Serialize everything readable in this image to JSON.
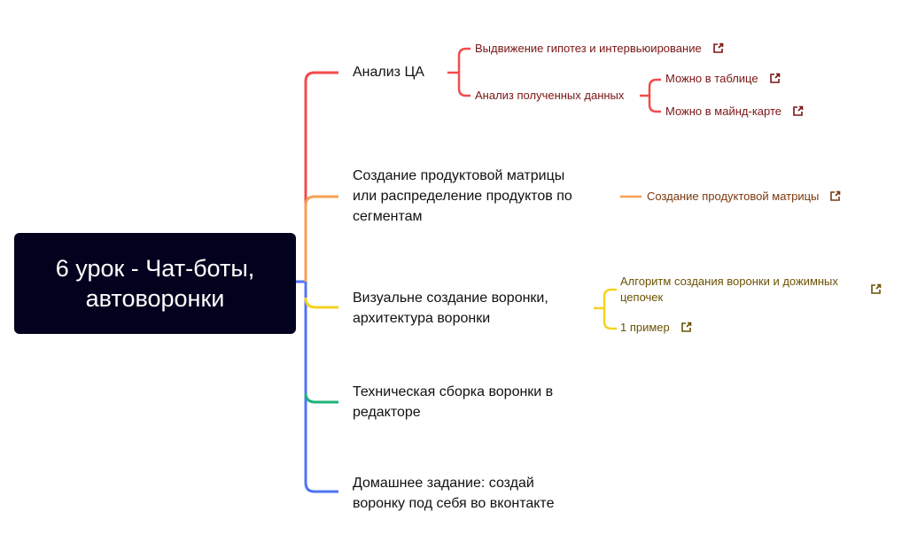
{
  "root": {
    "line1": "6 урок - Чат-боты,",
    "line2": "автоворонки"
  },
  "colors": {
    "root_bg": "#02021f",
    "red": "#f24b4b",
    "orange": "#f7a054",
    "yellow": "#f5d21e",
    "green": "#1bb27a",
    "blue": "#4f74f5"
  },
  "topics": [
    {
      "label": "Анализ ЦА",
      "color": "red",
      "children": [
        {
          "label": "Выдвижение гипотез и интервьюирование",
          "link": "external-link-icon"
        },
        {
          "label": "Анализ полученных данных",
          "children": [
            {
              "label": "Можно в таблице",
              "link": "external-link-icon"
            },
            {
              "label": "Можно в майнд-карте",
              "link": "external-link-icon"
            }
          ]
        }
      ]
    },
    {
      "label_lines": [
        "Создание продуктовой матрицы",
        "или распределение продуктов по",
        "сегментам"
      ],
      "color": "orange",
      "children": [
        {
          "label": "Создание продуктовой матрицы",
          "link": "external-link-icon"
        }
      ]
    },
    {
      "label_lines": [
        "Визуальне создание воронки,",
        "архитектура воронки"
      ],
      "color": "yellow",
      "children": [
        {
          "label_lines": [
            "Алгоритм создания воронки и дожимных",
            "цепочек"
          ],
          "link": "external-link-icon"
        },
        {
          "label": "1 пример",
          "link": "external-link-icon"
        }
      ]
    },
    {
      "label_lines": [
        "Техническая сборка воронки в",
        "редакторе"
      ],
      "color": "green",
      "children": []
    },
    {
      "label_lines": [
        "Домашнее задание: создай",
        "воронку под себя во вконтакте"
      ],
      "color": "blue",
      "children": []
    }
  ]
}
